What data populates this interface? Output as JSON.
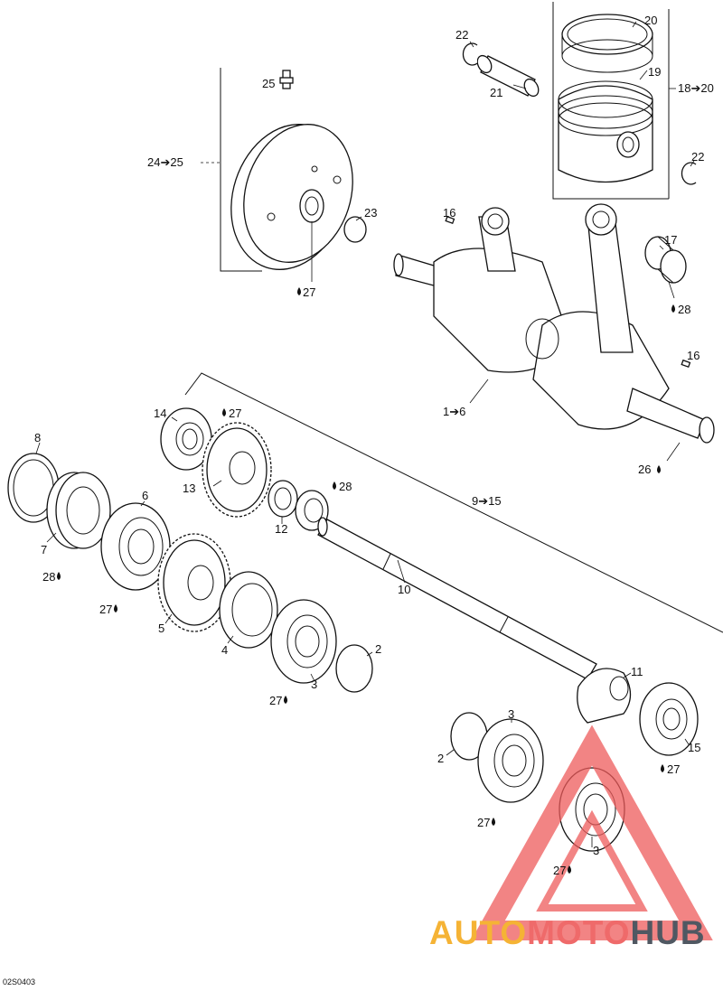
{
  "labels": {
    "l20": "20",
    "l22a": "22",
    "l21": "21",
    "l19": "19",
    "l18": "18➔20",
    "l22b": "22",
    "l25": "25",
    "l24": "24➔25",
    "l23": "23",
    "l27a": "27",
    "l16a": "16",
    "l17": "17",
    "l28a": "28",
    "l16b": "16",
    "l1": "1➔6",
    "l26": "26",
    "l14": "14",
    "l27b": "27",
    "l8": "8",
    "l13": "13",
    "l28b": "28",
    "l6": "6",
    "l12": "12",
    "l9": "9➔15",
    "l7": "7",
    "l28c": "28",
    "l27c": "27",
    "l5": "5",
    "l10": "10",
    "l4": "4",
    "l2a": "2",
    "l27d": "27",
    "l3a": "3",
    "l11": "11",
    "l3b": "3",
    "l2b": "2",
    "l15": "15",
    "l27e": "27",
    "l27f": "27",
    "l3c": "3",
    "l27g": "27"
  },
  "drawing_code": "02S0403",
  "watermark": {
    "part1": "AUTO",
    "part2": "MOTO",
    "part3": "HUB",
    "color1": "#f5b335",
    "color2": "#ef6a6a",
    "color3": "#505862"
  }
}
